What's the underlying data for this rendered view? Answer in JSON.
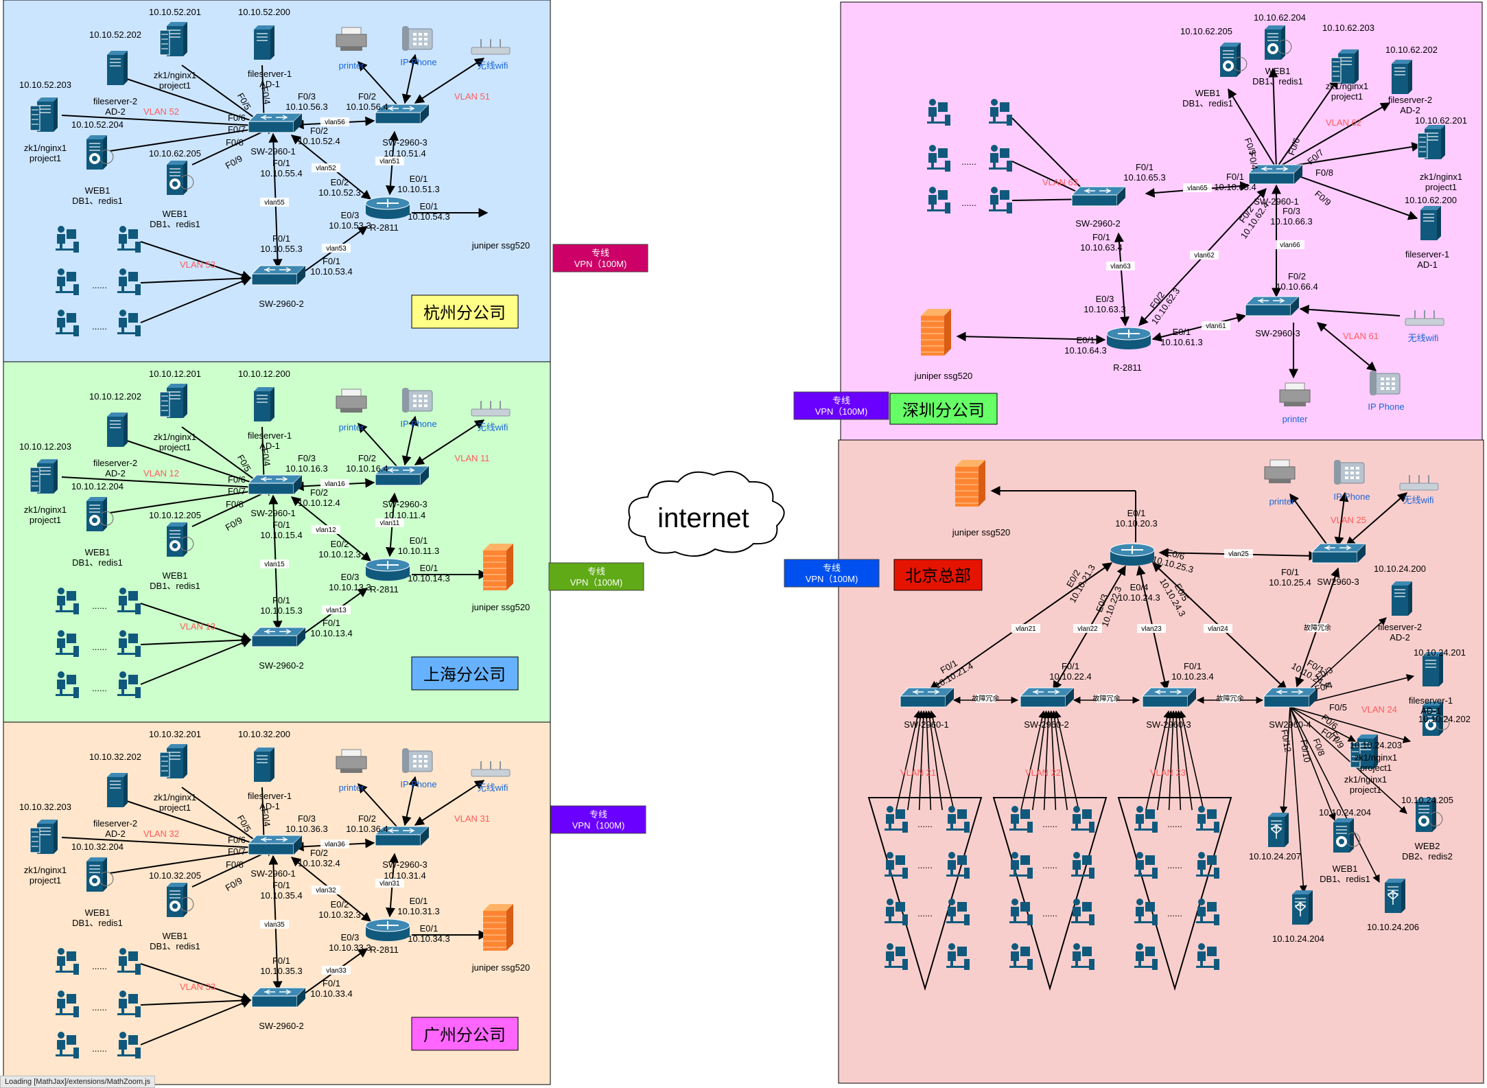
{
  "colors": {
    "hangzhou_bg": "#cce5ff",
    "shanghai_bg": "#ccffcc",
    "guangzhou_bg": "#ffe6cc",
    "shenzhen_bg": "#ffccff",
    "beijing_bg": "#f8cecc",
    "device": "#10597d",
    "vlan_text": "#ff5a5a",
    "link_text": "#1a66d9"
  },
  "internet_label": "internet",
  "status_text": "Loading [MathJax]/extensions/MathZoom.js",
  "vpn_links": [
    {
      "label": "专线\nVPN（100M)",
      "color": "#cc0066"
    },
    {
      "label": "专线\nVPN（100M)",
      "color": "#60a917"
    },
    {
      "label": "专线\nVPN（100M)",
      "color": "#6a00ff"
    },
    {
      "label": "专线\nVPN（100M)",
      "color": "#6a00ff"
    },
    {
      "label": "专线\nVPN（100M)",
      "color": "#0050ef"
    }
  ],
  "regions": {
    "hangzhou": {
      "title": "杭州分公司",
      "title_color": "#ffff88",
      "servers": [
        {
          "ip": "10.10.52.200",
          "name": "fileserver-1\nAD-1"
        },
        {
          "ip": "10.10.52.201",
          "name": "zk1/nginx1\nproject1"
        },
        {
          "ip": "10.10.52.202",
          "name": "fileserver-2\nAD-2"
        },
        {
          "ip": "10.10.52.203",
          "name": "zk1/nginx1\nproject1"
        },
        {
          "ip": "10.10.52.204",
          "name": "WEB1\nDB1、redis1"
        },
        {
          "ip": "10.10.62.205",
          "name": "WEB1\nDB1、redis1"
        }
      ],
      "sw1": {
        "name": "SW-2960-1",
        "ports": [
          "F0/5",
          "F0/4",
          "F0/6",
          "F0/7",
          "F0/8",
          "F0/9",
          "F0/3\n10.10.56.3",
          "F0/2\n10.10.52.4",
          "F0/1\n10.10.55.4"
        ]
      },
      "sw3": {
        "name": "SW-2960-3",
        "ports": [
          "F0/2\n10.10.56.4",
          "10.10.51.4"
        ]
      },
      "sw2": {
        "name": "SW-2960-2",
        "ports": [
          "F0/1\n10.10.55.3",
          "F0/1\n10.10.53.4"
        ]
      },
      "router": {
        "name": "R-2811",
        "ports": [
          "E0/2\n10.10.52.3",
          "E0/1\n10.10.51.3",
          "E0/1\n10.10.54.3",
          "E0/3\n10.10.53.3"
        ]
      },
      "vlans": [
        "VLAN 52",
        "VLAN 51",
        "VLAN 53"
      ],
      "link_vlans": [
        "vlan56",
        "vlan51",
        "vlan52",
        "vlan55",
        "vlan53"
      ],
      "peripherals": [
        "printer",
        "IP Phone",
        "无线wifi"
      ],
      "firewall": "juniper ssg520",
      "dots": [
        "......",
        "......"
      ]
    },
    "shanghai": {
      "title": "上海分公司",
      "title_color": "#66b2ff",
      "servers": [
        {
          "ip": "10.10.12.200",
          "name": "fileserver-1\nAD-1"
        },
        {
          "ip": "10.10.12.201",
          "name": "zk1/nginx1\nproject1"
        },
        {
          "ip": "10.10.12.202",
          "name": "fileserver-2\nAD-2"
        },
        {
          "ip": "10.10.12.203",
          "name": "zk1/nginx1\nproject1"
        },
        {
          "ip": "10.10.12.204",
          "name": "WEB1\nDB1、redis1"
        },
        {
          "ip": "10.10.12.205",
          "name": "WEB1\nDB1、redis1"
        }
      ],
      "sw1": {
        "name": "SW-2960-1",
        "ports": [
          "F0/5",
          "F0/4",
          "F0/6",
          "F0/7",
          "F0/8",
          "F0/9",
          "F0/3\n10.10.16.3",
          "F0/2\n10.10.12.4",
          "F0/1\n10.10.15.4"
        ]
      },
      "sw3": {
        "name": "SW-2960-3",
        "ports": [
          "F0/2\n10.10.16.4",
          "10.10.11.4"
        ]
      },
      "sw2": {
        "name": "SW-2960-2",
        "ports": [
          "F0/1\n10.10.15.3",
          "F0/1\n10.10.13.4"
        ]
      },
      "router": {
        "name": "R-2811",
        "ports": [
          "E0/2\n10.10.12.3",
          "E0/1\n10.10.11.3",
          "E0/1\n10.10.14.3",
          "E0/3\n10.10.13.3"
        ]
      },
      "vlans": [
        "VLAN 12",
        "VLAN 11",
        "VLAN 13"
      ],
      "link_vlans": [
        "vlan16",
        "vlan11",
        "vlan12",
        "vlan15",
        "vlan13"
      ],
      "peripherals": [
        "printer",
        "IP Phone",
        "无线wifi"
      ],
      "firewall": "juniper ssg520",
      "dots": [
        "......",
        "......",
        "......"
      ]
    },
    "guangzhou": {
      "title": "广州分公司",
      "title_color": "#ff66ff",
      "servers": [
        {
          "ip": "10.10.32.200",
          "name": "fileserver-1\nAD-1"
        },
        {
          "ip": "10.10.32.201",
          "name": "zk1/nginx1\nproject1"
        },
        {
          "ip": "10.10.32.202",
          "name": "fileserver-2\nAD-2"
        },
        {
          "ip": "10.10.32.203",
          "name": "zk1/nginx1\nproject1"
        },
        {
          "ip": "10.10.32.204",
          "name": "WEB1\nDB1、redis1"
        },
        {
          "ip": "10.10.32.205",
          "name": "WEB1\nDB1、redis1"
        }
      ],
      "sw1": {
        "name": "SW-2960-1",
        "ports": [
          "F0/5",
          "F0/4",
          "F0/6",
          "F0/7",
          "F0/8",
          "F0/9",
          "F0/3\n10.10.36.3",
          "F0/2\n10.10.32.4",
          "F0/1\n10.10.35.4"
        ]
      },
      "sw3": {
        "name": "SW-2960-3",
        "ports": [
          "F0/2\n10.10.36.4",
          "10.10.31.4"
        ]
      },
      "sw2": {
        "name": "SW-2960-2",
        "ports": [
          "F0/1\n10.10.35.3",
          "F0/1\n10.10.33.4"
        ]
      },
      "router": {
        "name": "R-2811",
        "ports": [
          "E0/2\n10.10.32.3",
          "E0/1\n10.10.31.3",
          "E0/1\n10.10.34.3",
          "E0/3\n10.10.33.3"
        ]
      },
      "vlans": [
        "VLAN 32",
        "VLAN 31",
        "VLAN 33"
      ],
      "link_vlans": [
        "vlan36",
        "vlan31",
        "vlan32",
        "vlan35",
        "vlan33"
      ],
      "peripherals": [
        "printer",
        "IP Phone",
        "无线wifi"
      ],
      "firewall": "juniper ssg520",
      "dots": [
        "......",
        "......",
        "......"
      ]
    },
    "shenzhen": {
      "title": "深圳分公司",
      "title_color": "#66ff66",
      "servers": [
        {
          "ip": "10.10.62.205",
          "name": "WEB1\nDB1、redis1"
        },
        {
          "ip": "10.10.62.204",
          "name": "WEB1\nDB1、redis1"
        },
        {
          "ip": "10.10.62.203",
          "name": "zk1/nginx1\nproject1"
        },
        {
          "ip": "10.10.62.202",
          "name": "fileserver-2\nAD-2"
        },
        {
          "ip": "10.10.62.201",
          "name": "zk1/nginx1\nproject1"
        },
        {
          "ip": "10.10.62.200",
          "name": "fileserver-1\nAD-1"
        }
      ],
      "sw1": {
        "name": "SW-2960-1",
        "ports": [
          "F0/5",
          "F0/4",
          "F0/6",
          "F0/7",
          "F0/8",
          "F0/9",
          "F0/1\n10.10.65.4",
          "F0/2\n10.10.62.4",
          "F0/3\n10.10.66.3"
        ]
      },
      "sw2": {
        "name": "SW-2960-2",
        "ports": [
          "F0/1\n10.10.65.3",
          "F0/1\n10.10.63.4"
        ]
      },
      "sw3": {
        "name": "SW-2960-3",
        "ports": [
          "F0/2\n10.10.66.4"
        ]
      },
      "router": {
        "name": "R-2811",
        "ports": [
          "E0/3\n10.10.63.3",
          "E0/2\n10.10.62.3",
          "E0/1\n10.10.61.3",
          "E0/1\n10.10.64.3"
        ]
      },
      "vlans": [
        "VLAN 62",
        "VLAN 63",
        "VLAN 61"
      ],
      "link_vlans": [
        "vlan65",
        "vlan63",
        "vlan62",
        "vlan66",
        "vlan61"
      ],
      "peripherals": [
        "无线wifi",
        "printer",
        "IP Phone"
      ],
      "firewall": "juniper ssg520",
      "dots": [
        "......",
        "......"
      ]
    },
    "beijing": {
      "title": "北京总部",
      "title_color": "#e51400",
      "firewall": "juniper ssg520",
      "core": {
        "name": "R-2811",
        "ports": [
          "E0/1\n10.10.20.3",
          "E0/6\n10.10.25.3",
          "E0/2\n10.10.21.3",
          "E0/3\n10.10.22.3",
          "E0/4\n10.10.24.3",
          "E0/5\n10.10.24.3"
        ]
      },
      "sw": [
        "SW-2960-1",
        "SW-2960-2",
        "SW-2960-3",
        "SW2960-4",
        "SW2960-3"
      ],
      "sw_ports": [
        "F0/1\n10.10.21.4",
        "F0/1\n10.10.22.4",
        "F0/1\n10.10.23.4",
        "F0/1\n10.10.24.4",
        "F0/1\n10.10.25.4"
      ],
      "sw4_ports": [
        "F0/3",
        "F0/4",
        "F0/5",
        "F0/6",
        "F0/7",
        "F0/8",
        "F0/9",
        "F0/10",
        "F0/12"
      ],
      "link_vlans": [
        "vlan25",
        "vlan21",
        "vlan22",
        "vlan23",
        "vlan24"
      ],
      "redundancy": "故障冗余",
      "access_vlans": [
        "VLAN 21",
        "VLAN 22",
        "VLAN 23"
      ],
      "vlans": [
        "VLAN 25",
        "VLAN 24"
      ],
      "peripherals": [
        "printer",
        "IP Phone",
        "无线wifi"
      ],
      "servers": [
        {
          "ip": "10.10.24.200",
          "name": "fileserver-2\nAD-2"
        },
        {
          "ip": "10.10.24.201",
          "name": "fileserver-1\nAD-1"
        },
        {
          "ip": "10.10.24.202",
          "name": ""
        },
        {
          "ip": "10.10.24.203",
          "name": "zk1/nginx1\nproject1"
        },
        {
          "ip": "",
          "name": "zk1/nginx1\nproject1"
        },
        {
          "ip": "10.10.24.205",
          "name": "WEB2\nDB2、redis2"
        },
        {
          "ip": "10.10.24.204",
          "name": "WEB1\nDB1、redis1"
        },
        {
          "ip": "10.10.24.207",
          "name": ""
        },
        {
          "ip": "10.10.24.204",
          "name": ""
        },
        {
          "ip": "10.10.24.206",
          "name": ""
        }
      ],
      "dots": "......"
    }
  }
}
